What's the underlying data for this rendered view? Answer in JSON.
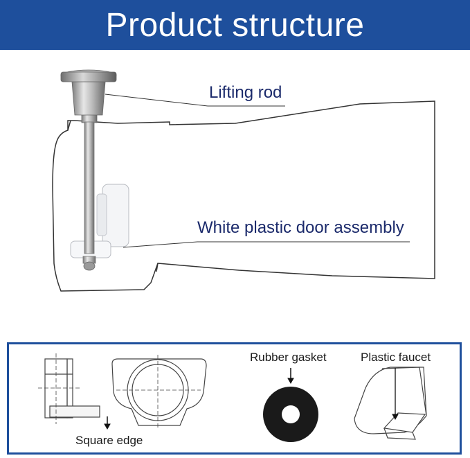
{
  "header": {
    "title": "Product structure"
  },
  "callouts": {
    "lifting_rod": "Lifting rod",
    "door_assembly": "White plastic door assembly"
  },
  "parts": {
    "square_edge": "Square edge",
    "rubber_gasket": "Rubber gasket",
    "plastic_faucet": "Plastic faucet"
  },
  "colors": {
    "banner": "#1e4f9c",
    "label_text": "#1b2a6b",
    "outline": "#333333",
    "frame_border": "#1e4f9c"
  }
}
